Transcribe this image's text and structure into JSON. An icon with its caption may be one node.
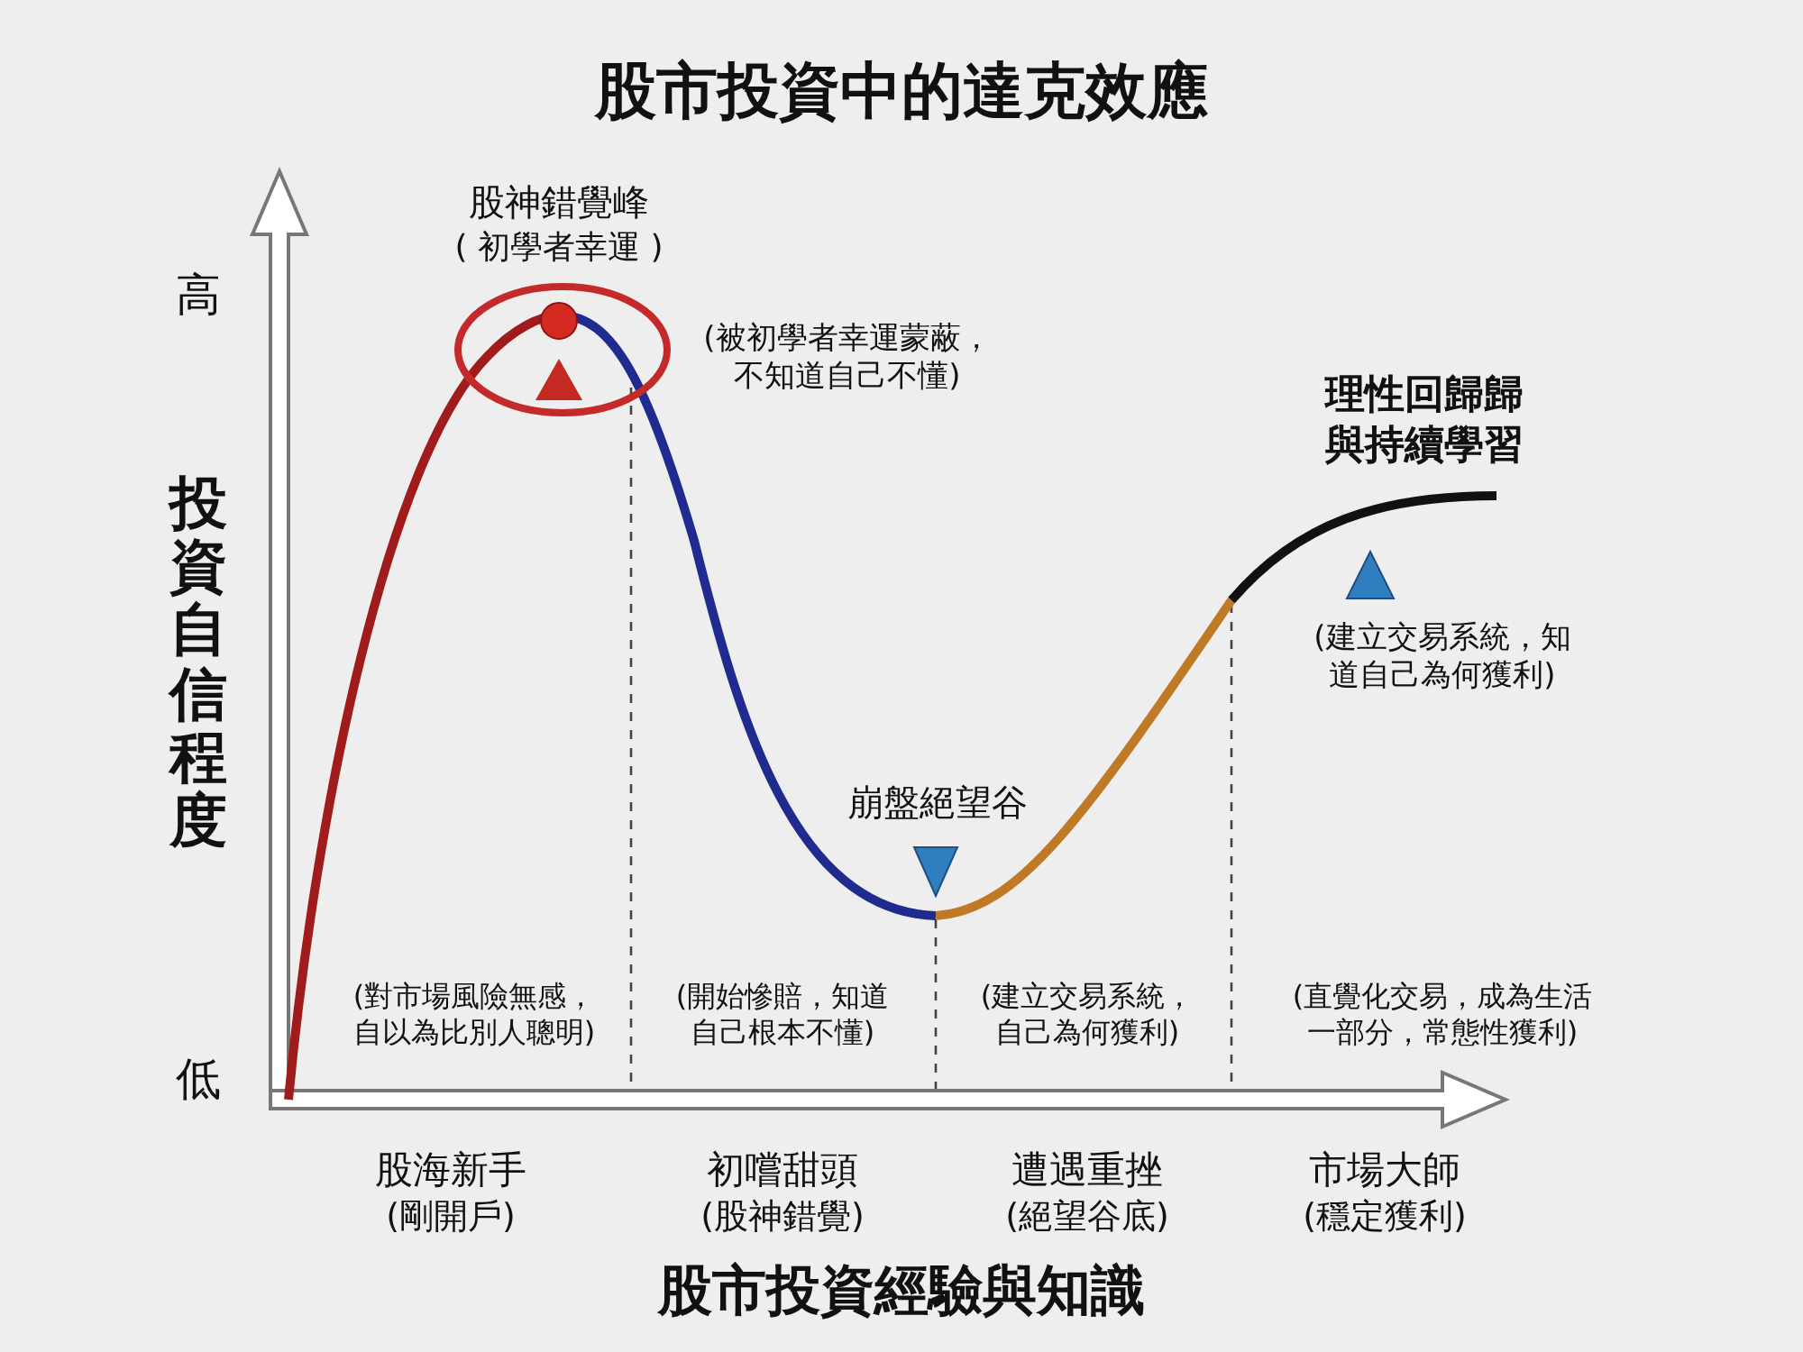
{
  "diagram": {
    "title": "股市投資中的達克效應",
    "labels": [
      "股神錯覺峰",
      "( 初學者幸運 )",
      "高",
      "(被初學者幸運蒙蔽，不知道自己不懂)",
      "理性回歸歸與持續學習",
      "投資自信程度",
      "(建立交易系統，知道自己為何獲利)",
      "崩盤絕望谷",
      "(對市場風險無感，自以為比別人聰明)",
      "(開始慘賠，知道自己根本不懂)",
      "(建立交易系統，自己為何獲利)",
      "(直覺化交易，成為生活一部分，常態性獲利)",
      "低",
      "股海新手",
      "(剛開戶)",
      "初嚐甜頭",
      "(股神錯覺)",
      "遭遇重挫",
      "(絕望谷底)",
      "市場大師",
      "(穩定獲利)",
      "股市投資經驗與知識"
    ]
  }
}
